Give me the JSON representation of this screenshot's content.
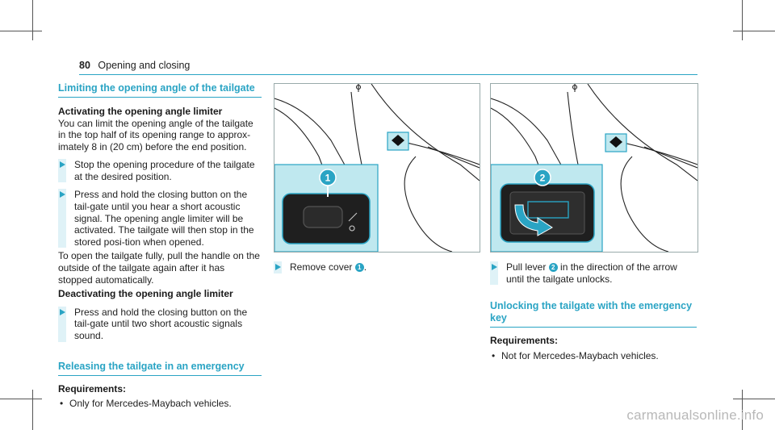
{
  "header": {
    "page_number": "80",
    "title": "Opening and closing"
  },
  "left": {
    "section1_title": "Limiting the opening angle of the tailgate",
    "activating": {
      "heading": "Activating the opening angle limiter",
      "intro": "You can limit the opening angle of the tailgate in the top half of its opening range to approx-imately 8 in (20 cm) before the end position.",
      "steps": [
        "Stop the opening procedure of the tailgate at the desired position.",
        "Press and hold the closing button on the tail-gate until you hear a short acoustic signal. The opening angle limiter will be activated. The tailgate will then stop in the stored posi-tion when opened."
      ],
      "note": "To open the tailgate fully, pull the handle on the outside of the tailgate again after it has stopped automatically."
    },
    "deactivating": {
      "heading": "Deactivating the opening angle limiter",
      "steps": [
        "Press and hold the closing button on the tail-gate until two short acoustic signals sound."
      ]
    },
    "section2_title": "Releasing the tailgate in an emergency",
    "requirements_label": "Requirements:",
    "requirements": [
      "Only for Mercedes-Maybach vehicles."
    ]
  },
  "middle": {
    "callout": "1",
    "step_text": "Remove cover",
    "step_suffix": "."
  },
  "right": {
    "callout": "2",
    "step_before": "Pull lever",
    "step_after": "in the direction of the arrow until the tailgate unlocks.",
    "section3_title": "Unlocking the tailgate with the emergency key",
    "requirements_label": "Requirements:",
    "requirements": [
      "Not for Mercedes-Maybach vehicles."
    ]
  },
  "watermark": "carmanualsonline.info",
  "colors": {
    "accent": "#2aa4c4",
    "inset_bg": "#bfe8ef",
    "panel_dark": "#1f1f1f"
  }
}
